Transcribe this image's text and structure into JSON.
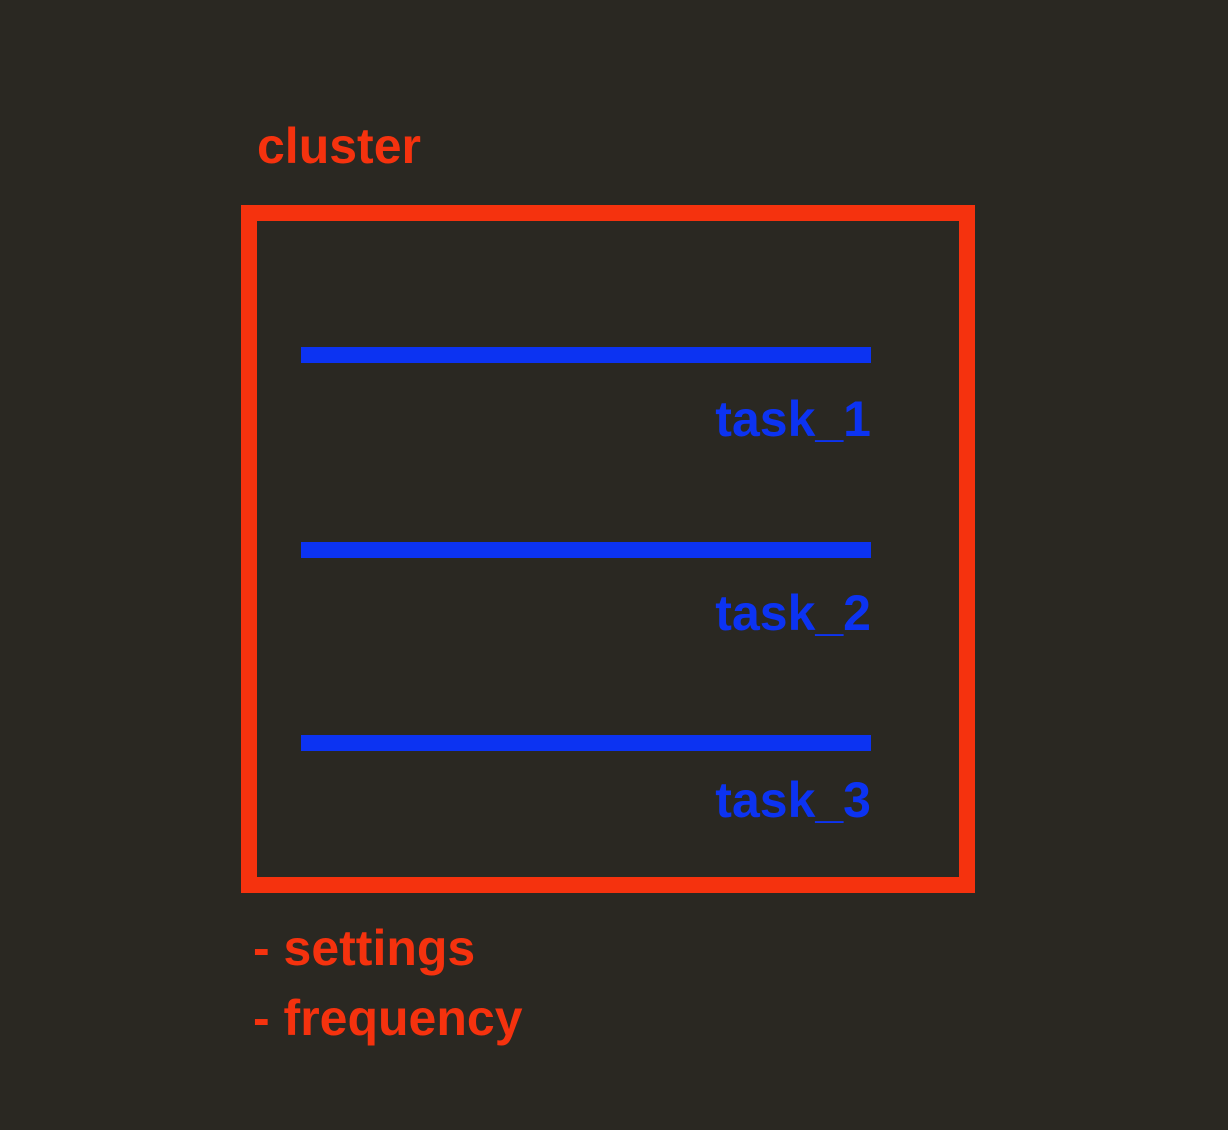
{
  "colors": {
    "background": "#2a2822",
    "cluster_accent": "#f5320e",
    "task_accent": "#0c33f2"
  },
  "diagram": {
    "cluster_label": "cluster",
    "tasks": [
      {
        "label": "task_1"
      },
      {
        "label": "task_2"
      },
      {
        "label": "task_3"
      }
    ],
    "notes": [
      {
        "label": "- settings"
      },
      {
        "label": "- frequency"
      }
    ]
  }
}
